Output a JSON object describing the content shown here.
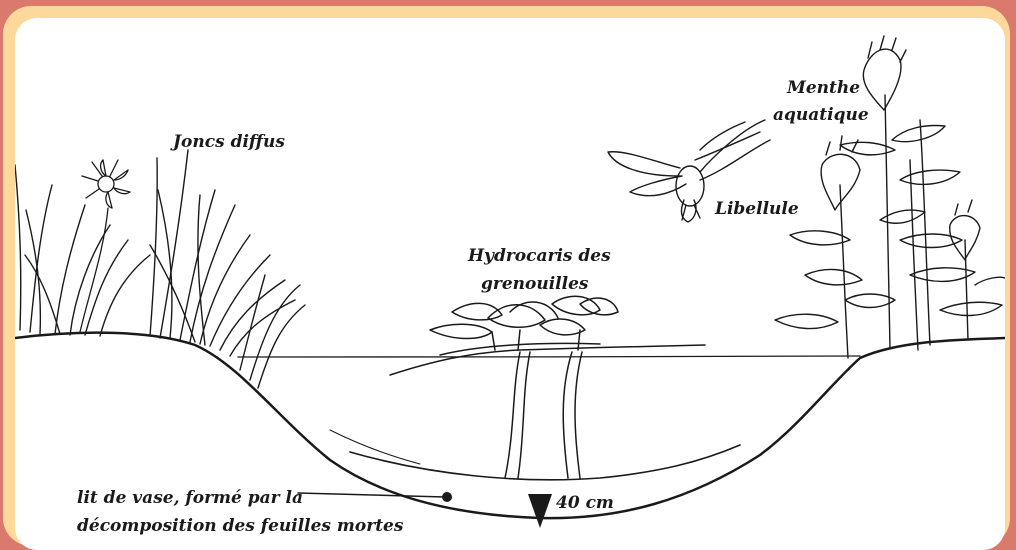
{
  "labels": {
    "joncs": "Joncs diffus",
    "menthe_line1": "Menthe",
    "menthe_line2": "aquatique",
    "libellule": "Libellule",
    "hydrocaris_line1": "Hydrocaris des",
    "hydrocaris_line2": "grenouilles",
    "vase_line1": "lit de vase, formé par la",
    "vase_line2": "décomposition des feuilles mortes",
    "depth": "40 cm"
  },
  "colors": {
    "background": "#d97a6c",
    "frame": "#fcd89a",
    "panel": "#ffffff",
    "ink": "#1a1a1a"
  },
  "icons": [
    "flower-icon",
    "reed-icon",
    "water-lily-icon",
    "dragonfly-icon",
    "mint-plant-icon",
    "depth-marker-icon",
    "mud-dot-icon"
  ]
}
